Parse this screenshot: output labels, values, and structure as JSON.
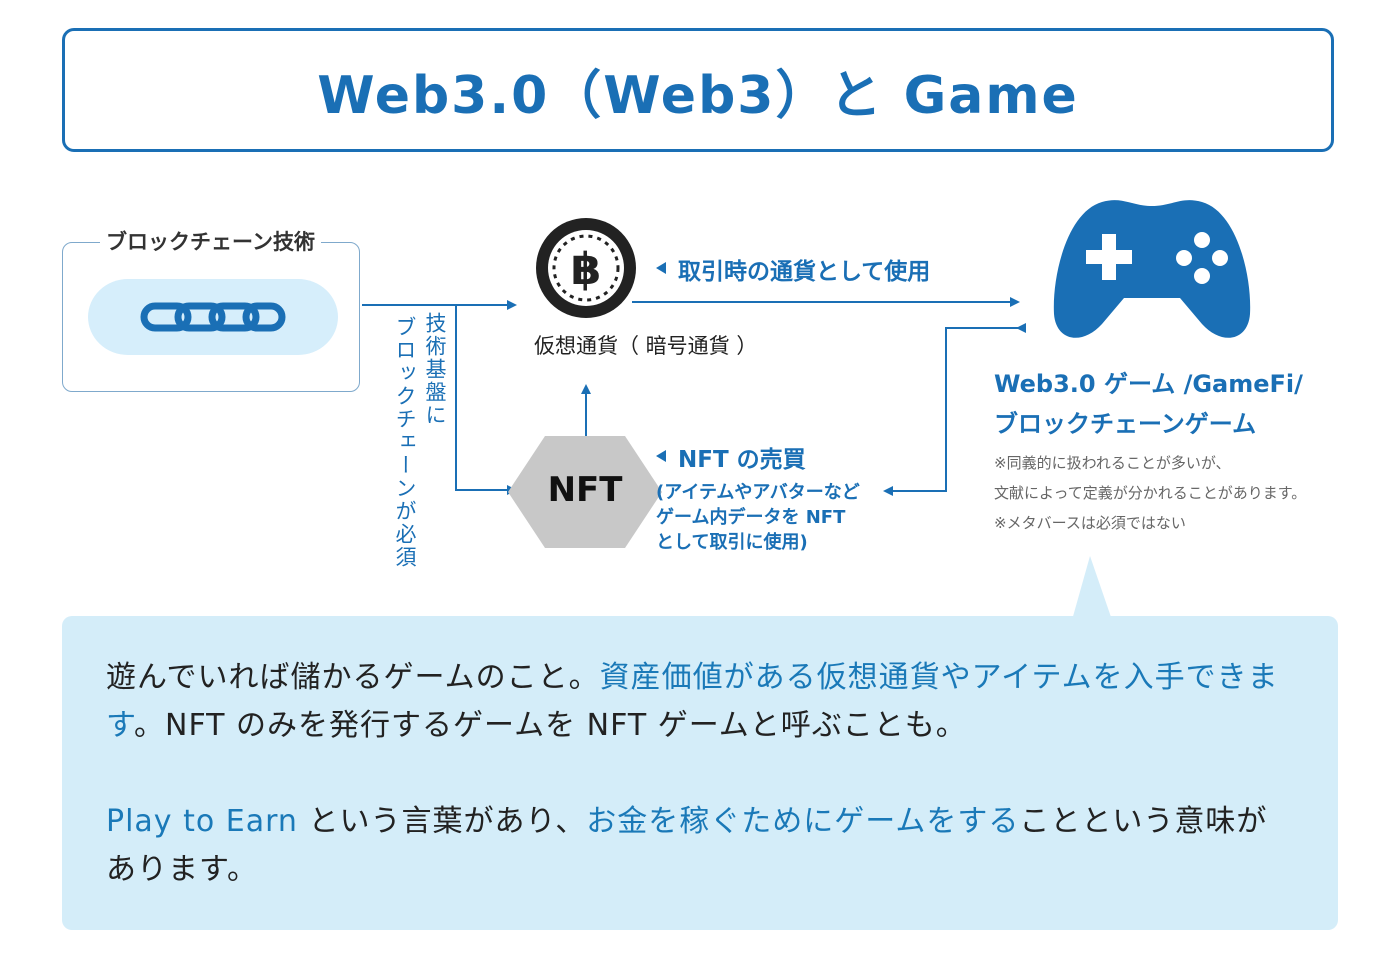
{
  "title": "Web3.0（Web3）と Game",
  "blockchain": {
    "label": "ブロックチェーン技術"
  },
  "vertical_note": {
    "line1": "技術基盤に",
    "line2": "ブロックチェーンが必須"
  },
  "crypto": {
    "label": "仮想通貨（ 暗号通貨 ）",
    "arrow_label": "取引時の通貨として使用"
  },
  "nft": {
    "hex_label": "NFT",
    "arrow_label": "NFT の売買",
    "sub_line1": "(アイテムやアバターなど",
    "sub_line2": "ゲーム内データを NFT",
    "sub_line3": "として取引に使用)"
  },
  "game": {
    "title_line1": "Web3.0 ゲーム /GameFi/",
    "title_line2": "ブロックチェーンゲーム",
    "note1": "※同義的に扱われることが多いが、",
    "note2": "文献によって定義が分かれることがあります。",
    "note3": "※メタバースは必須ではない"
  },
  "body": {
    "p1_a": "遊んでいれば儲かるゲームのこと。",
    "p1_hl": "資産価値がある仮想通貨やアイテムを入手できます",
    "p1_b": "。NFT のみを発行するゲームを NFT ゲームと呼ぶことも。",
    "p2_hl1": "Play to Earn",
    "p2_a": " という言葉があり、",
    "p2_hl2": "お金を稼ぐためにゲームをする",
    "p2_b": "ことという意味があります。"
  },
  "colors": {
    "primary": "#1a6fb5",
    "body_bg": "#d4edf9",
    "chain_bg": "#d6eefb",
    "hex_gray": "#c8c8c8"
  },
  "icons": [
    "bitcoin-icon",
    "gamepad-icon",
    "chain-icon"
  ]
}
